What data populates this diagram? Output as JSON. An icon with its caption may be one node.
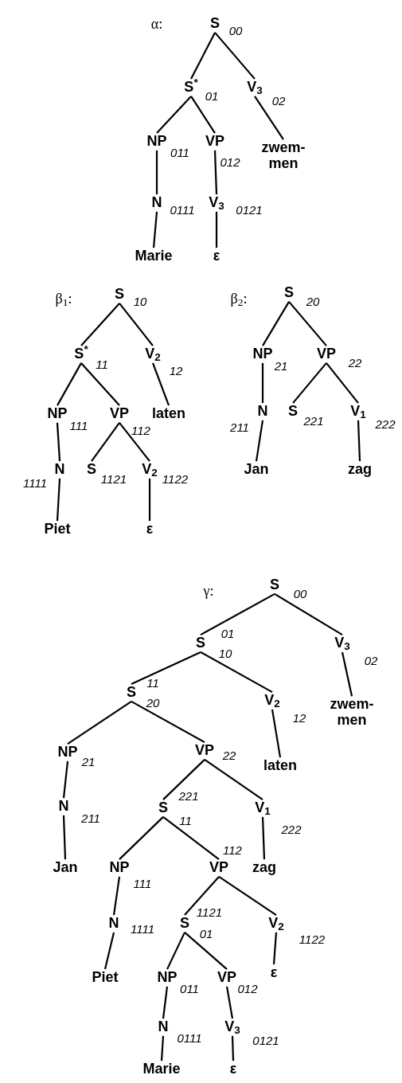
{
  "diagram": {
    "nodes": [
      {
        "text": [
          "S"
        ],
        "beside": [
          "00"
        ]
      },
      {
        "text": [
          "S$^{*}$"
        ],
        "beside": [
          "01"
        ]
      },
      {
        "text": [
          "V$_{3}$"
        ],
        "beside": [
          "02"
        ]
      },
      {
        "text": [
          "NP"
        ],
        "beside": [
          "011"
        ]
      },
      {
        "text": [
          "VP"
        ],
        "beside": [
          "012"
        ]
      },
      {
        "text": [
          "zwem- men"
        ]
      },
      {
        "text": [
          "N"
        ],
        "beside": [
          "0111"
        ]
      },
      {
        "text": [
          "V$_{3}$"
        ],
        "beside": [
          "0121"
        ]
      },
      {
        "text": [
          "Marie"
        ]
      },
      {
        "text": [
          "ε"
        ]
      },
      {
        "text": [
          "S"
        ],
        "beside": [
          "10"
        ]
      },
      {
        "text": [
          "S$^{*}$"
        ],
        "beside": [
          "11"
        ]
      },
      {
        "text": [
          "V$_{2}$"
        ],
        "beside": [
          "12"
        ]
      },
      {
        "text": [
          "NP"
        ],
        "beside": [
          "111"
        ]
      },
      {
        "text": [
          "VP"
        ],
        "beside": [
          "112"
        ]
      },
      {
        "text": [
          "laten"
        ]
      },
      {
        "text": [
          "N"
        ],
        "beside": [
          "1111"
        ]
      },
      {
        "text": [
          "S"
        ],
        "beside": [
          "1121"
        ]
      },
      {
        "text": [
          "V$_{2}$"
        ],
        "beside": [
          "1122"
        ]
      },
      {
        "text": [
          "Piet"
        ]
      },
      {
        "text": [
          "ε"
        ]
      },
      {
        "text": [
          "S"
        ],
        "beside": [
          "20"
        ]
      },
      {
        "text": [
          "NP"
        ],
        "beside": [
          "21"
        ]
      },
      {
        "text": [
          "VP"
        ],
        "beside": [
          "22"
        ]
      },
      {
        "text": [
          "N"
        ],
        "beside": [
          "211"
        ]
      },
      {
        "text": [
          "S"
        ],
        "beside": [
          "221"
        ]
      },
      {
        "text": [
          "V$_{1}$"
        ],
        "beside": [
          "222"
        ]
      },
      {
        "text": [
          "Jan"
        ]
      },
      {
        "text": [
          "zag"
        ]
      },
      {
        "text": [
          "S"
        ],
        "beside": [
          "00"
        ]
      },
      {
        "text": [
          "S"
        ],
        "beside": [
          "01",
          "10"
        ]
      },
      {
        "text": [
          "V$_{3}$"
        ],
        "beside": [
          "02"
        ]
      },
      {
        "text": [
          "zwem- men"
        ]
      },
      {
        "text": [
          "S"
        ],
        "beside": [
          "11",
          "20"
        ]
      },
      {
        "text": [
          "V$_{2}$"
        ],
        "beside": [
          "12"
        ]
      },
      {
        "text": [
          "laten"
        ]
      },
      {
        "text": [
          "NP"
        ],
        "beside": [
          "21"
        ]
      },
      {
        "text": [
          "VP"
        ],
        "beside": [
          "22"
        ]
      },
      {
        "text": [
          "N"
        ],
        "beside": [
          "211"
        ]
      },
      {
        "text": [
          "S"
        ],
        "beside": [
          "221",
          "11"
        ]
      },
      {
        "text": [
          "V$_{1}$"
        ],
        "beside": [
          "222"
        ]
      },
      {
        "text": [
          "Jan"
        ]
      },
      {
        "text": [
          "NP"
        ],
        "beside": [
          "111"
        ]
      },
      {
        "text": [
          "VP"
        ],
        "beside": [
          "112"
        ]
      },
      {
        "text": [
          "zag"
        ]
      },
      {
        "text": [
          "N"
        ],
        "beside": [
          "1111"
        ]
      },
      {
        "text": [
          "S"
        ],
        "beside": [
          "1121",
          "01"
        ]
      },
      {
        "text": [
          "V$_{2}$"
        ],
        "beside": [
          "1122"
        ]
      },
      {
        "text": [
          "Piet"
        ]
      },
      {
        "text": [
          "NP"
        ],
        "beside": [
          "011"
        ]
      },
      {
        "text": [
          "VP"
        ],
        "beside": [
          "012"
        ]
      },
      {
        "text": [
          "ε"
        ]
      },
      {
        "text": [
          "N"
        ],
        "beside": [
          "0111"
        ]
      },
      {
        "text": [
          "V$_{3}$"
        ],
        "beside": [
          "0121"
        ]
      },
      {
        "text": [
          "Marie"
        ]
      },
      {
        "text": [
          "ε"
        ]
      }
    ],
    "edges": [
      {
        "from": 0,
        "to": 1,
        "arrow": "none"
      },
      {
        "from": 0,
        "to": 2,
        "arrow": "none"
      },
      {
        "from": 1,
        "to": 3,
        "arrow": "none"
      },
      {
        "from": 1,
        "to": 4,
        "arrow": "none"
      },
      {
        "from": 2,
        "to": 5,
        "arrow": "none"
      },
      {
        "from": 3,
        "to": 6,
        "arrow": "none"
      },
      {
        "from": 4,
        "to": 7,
        "arrow": "none"
      },
      {
        "from": 6,
        "to": 8,
        "arrow": "none"
      },
      {
        "from": 7,
        "to": 9,
        "arrow": "none"
      },
      {
        "from": 10,
        "to": 11,
        "arrow": "none"
      },
      {
        "from": 10,
        "to": 12,
        "arrow": "none"
      },
      {
        "from": 11,
        "to": 13,
        "arrow": "none"
      },
      {
        "from": 11,
        "to": 14,
        "arrow": "none"
      },
      {
        "from": 12,
        "to": 15,
        "arrow": "none"
      },
      {
        "from": 13,
        "to": 16,
        "arrow": "none"
      },
      {
        "from": 14,
        "to": 17,
        "arrow": "none"
      },
      {
        "from": 14,
        "to": 18,
        "arrow": "none"
      },
      {
        "from": 16,
        "to": 19,
        "arrow": "none"
      },
      {
        "from": 18,
        "to": 20,
        "arrow": "none"
      },
      {
        "from": 21,
        "to": 22,
        "arrow": "none"
      },
      {
        "from": 21,
        "to": 23,
        "arrow": "none"
      },
      {
        "from": 22,
        "to": 24,
        "arrow": "none"
      },
      {
        "from": 23,
        "to": 25,
        "arrow": "none"
      },
      {
        "from": 23,
        "to": 26,
        "arrow": "none"
      },
      {
        "from": 24,
        "to": 27,
        "arrow": "none"
      },
      {
        "from": 26,
        "to": 28,
        "arrow": "none"
      },
      {
        "from": 29,
        "to": 30,
        "arrow": "none"
      },
      {
        "from": 29,
        "to": 31,
        "arrow": "none"
      },
      {
        "from": 31,
        "to": 32,
        "arrow": "none"
      },
      {
        "from": 30,
        "to": 33,
        "arrow": "none"
      },
      {
        "from": 30,
        "to": 34,
        "arrow": "none"
      },
      {
        "from": 34,
        "to": 35,
        "arrow": "none"
      },
      {
        "from": 33,
        "to": 36,
        "arrow": "none"
      },
      {
        "from": 33,
        "to": 37,
        "arrow": "none"
      },
      {
        "from": 36,
        "to": 38,
        "arrow": "none"
      },
      {
        "from": 37,
        "to": 39,
        "arrow": "none"
      },
      {
        "from": 37,
        "to": 40,
        "arrow": "none"
      },
      {
        "from": 38,
        "to": 41,
        "arrow": "none"
      },
      {
        "from": 39,
        "to": 42,
        "arrow": "none"
      },
      {
        "from": 39,
        "to": 43,
        "arrow": "none"
      },
      {
        "from": 40,
        "to": 44,
        "arrow": "none"
      },
      {
        "from": 42,
        "to": 45,
        "arrow": "none"
      },
      {
        "from": 43,
        "to": 46,
        "arrow": "none"
      },
      {
        "from": 43,
        "to": 47,
        "arrow": "none"
      },
      {
        "from": 45,
        "to": 48,
        "arrow": "none"
      },
      {
        "from": 47,
        "to": 51,
        "arrow": "none"
      },
      {
        "from": 46,
        "to": 49,
        "arrow": "none"
      },
      {
        "from": 46,
        "to": 50,
        "arrow": "none"
      },
      {
        "from": 49,
        "to": 52,
        "arrow": "none"
      },
      {
        "from": 50,
        "to": 53,
        "arrow": "none"
      },
      {
        "from": 52,
        "to": 54,
        "arrow": "none"
      },
      {
        "from": 53,
        "to": 55,
        "arrow": "none"
      }
    ],
    "labels": [
      "α:",
      "β$_{1}$:",
      "β$_{2}$:",
      "γ:"
    ]
  }
}
